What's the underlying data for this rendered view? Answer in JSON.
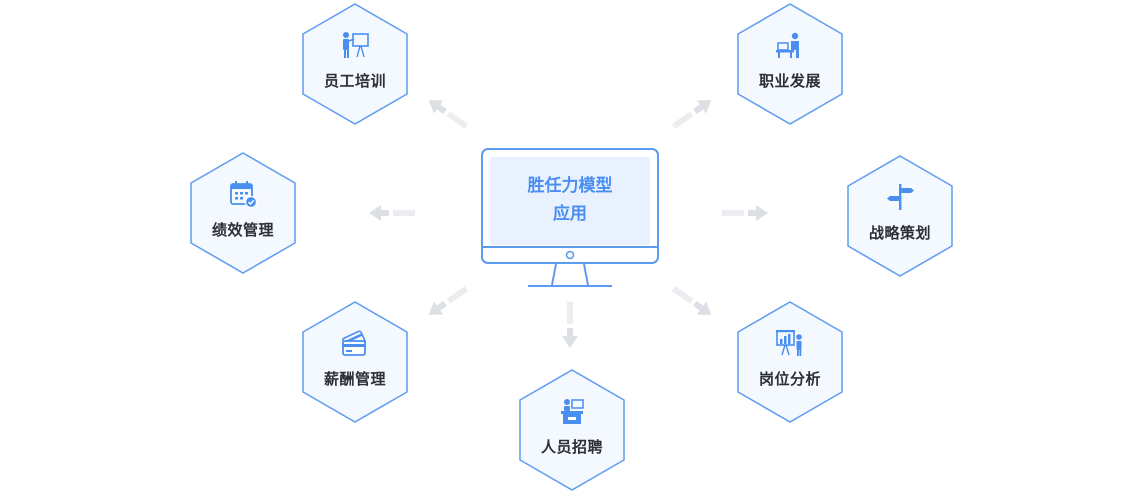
{
  "center": {
    "title_line1": "胜任力模型",
    "title_line2": "应用"
  },
  "colors": {
    "accent": "#4a8ef0",
    "hex_border": "#5b9bf0",
    "hex_fill": "#f4f8ff",
    "arrow": "#dcdfe4"
  },
  "nodes": [
    {
      "id": "staff-training",
      "label": "员工培训",
      "icon": "presenter-board-icon"
    },
    {
      "id": "career-development",
      "label": "职业发展",
      "icon": "person-at-desk-icon"
    },
    {
      "id": "performance-management",
      "label": "绩效管理",
      "icon": "calendar-check-icon"
    },
    {
      "id": "strategic-planning",
      "label": "战略策划",
      "icon": "signpost-icon"
    },
    {
      "id": "salary-management",
      "label": "薪酬管理",
      "icon": "credit-card-icon"
    },
    {
      "id": "job-analysis",
      "label": "岗位分析",
      "icon": "chart-presenter-icon"
    },
    {
      "id": "recruitment",
      "label": "人员招聘",
      "icon": "interviewer-desk-icon"
    }
  ]
}
